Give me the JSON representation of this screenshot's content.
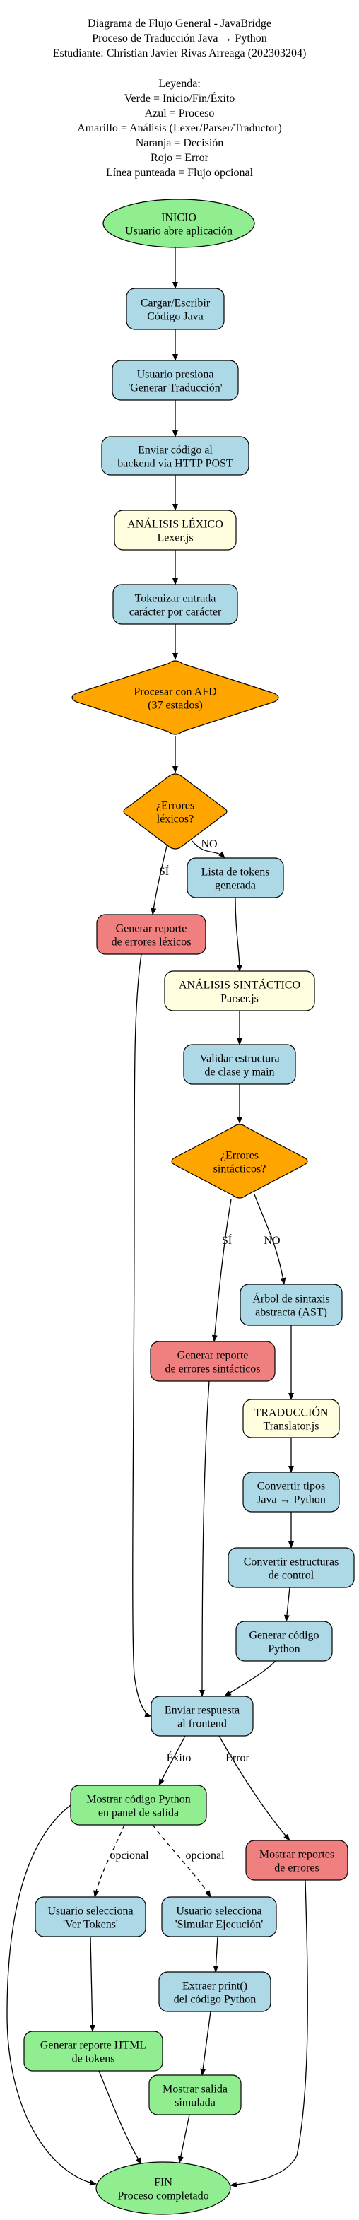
{
  "title_lines": [
    "Diagrama de Flujo General - JavaBridge",
    "Proceso de Traducción Java → Python",
    "Estudiante: Christian Javier Rivas Arreaga (202303204)"
  ],
  "legend_lines": [
    "Leyenda:",
    "Verde = Inicio/Fin/Éxito",
    "Azul = Proceso",
    "Amarillo = Análisis (Lexer/Parser/Traductor)",
    "Naranja = Decisión",
    "Rojo = Error",
    "Línea punteada = Flujo opcional"
  ],
  "colors": {
    "green": "#90ee90",
    "blue": "#add8e6",
    "yellow": "#ffffe0",
    "orange": "#ffa500",
    "red": "#f08080",
    "line": "#000000"
  },
  "nodes": [
    {
      "id": "inicio",
      "shape": "ellipse",
      "color": "green",
      "lines": [
        "INICIO",
        "Usuario abre aplicación"
      ]
    },
    {
      "id": "cargar",
      "shape": "rect",
      "color": "blue",
      "lines": [
        "Cargar/Escribir",
        "Código Java"
      ]
    },
    {
      "id": "presiona",
      "shape": "rect",
      "color": "blue",
      "lines": [
        "Usuario presiona",
        "'Generar Traducción'"
      ]
    },
    {
      "id": "enviar_backend",
      "shape": "rect",
      "color": "blue",
      "lines": [
        "Enviar código al",
        "backend vía HTTP POST"
      ]
    },
    {
      "id": "lexico",
      "shape": "rect",
      "color": "yellow",
      "lines": [
        "ANÁLISIS LÉXICO",
        "Lexer.js"
      ]
    },
    {
      "id": "tokenizar",
      "shape": "rect",
      "color": "blue",
      "lines": [
        "Tokenizar entrada",
        "carácter por carácter"
      ]
    },
    {
      "id": "afd",
      "shape": "diamond",
      "color": "orange",
      "lines": [
        "Procesar con AFD",
        "(37 estados)"
      ]
    },
    {
      "id": "err_lex",
      "shape": "diamond",
      "color": "orange",
      "lines": [
        "¿Errores",
        "léxicos?"
      ]
    },
    {
      "id": "tokens",
      "shape": "rect",
      "color": "blue",
      "lines": [
        "Lista de tokens",
        "generada"
      ]
    },
    {
      "id": "rep_lex",
      "shape": "rect",
      "color": "red",
      "lines": [
        "Generar reporte",
        "de errores léxicos"
      ]
    },
    {
      "id": "sintactico",
      "shape": "rect",
      "color": "yellow",
      "lines": [
        "ANÁLISIS SINTÁCTICO",
        "Parser.js"
      ]
    },
    {
      "id": "validar",
      "shape": "rect",
      "color": "blue",
      "lines": [
        "Validar estructura",
        "de clase y main"
      ]
    },
    {
      "id": "err_sin",
      "shape": "diamond",
      "color": "orange",
      "lines": [
        "¿Errores",
        "sintácticos?"
      ]
    },
    {
      "id": "ast",
      "shape": "rect",
      "color": "blue",
      "lines": [
        "Árbol de sintaxis",
        "abstracta (AST)"
      ]
    },
    {
      "id": "rep_sin",
      "shape": "rect",
      "color": "red",
      "lines": [
        "Generar reporte",
        "de errores sintácticos"
      ]
    },
    {
      "id": "traduccion",
      "shape": "rect",
      "color": "yellow",
      "lines": [
        "TRADUCCIÓN",
        "Translator.js"
      ]
    },
    {
      "id": "tipos",
      "shape": "rect",
      "color": "blue",
      "lines": [
        "Convertir tipos",
        "Java → Python"
      ]
    },
    {
      "id": "estructuras",
      "shape": "rect",
      "color": "blue",
      "lines": [
        "Convertir estructuras",
        "de control"
      ]
    },
    {
      "id": "gen_python",
      "shape": "rect",
      "color": "blue",
      "lines": [
        "Generar código",
        "Python"
      ]
    },
    {
      "id": "respuesta",
      "shape": "rect",
      "color": "blue",
      "lines": [
        "Enviar respuesta",
        "al frontend"
      ]
    },
    {
      "id": "mostrar_py",
      "shape": "rect",
      "color": "green",
      "lines": [
        "Mostrar código Python",
        "en panel de salida"
      ]
    },
    {
      "id": "mostrar_err",
      "shape": "rect",
      "color": "red",
      "lines": [
        "Mostrar reportes",
        "de errores"
      ]
    },
    {
      "id": "ver_tokens",
      "shape": "rect",
      "color": "blue",
      "lines": [
        "Usuario selecciona",
        "'Ver Tokens'"
      ]
    },
    {
      "id": "simular",
      "shape": "rect",
      "color": "blue",
      "lines": [
        "Usuario selecciona",
        "'Simular Ejecución'"
      ]
    },
    {
      "id": "extraer",
      "shape": "rect",
      "color": "blue",
      "lines": [
        "Extraer print()",
        "del código Python"
      ]
    },
    {
      "id": "reporte_html",
      "shape": "rect",
      "color": "green",
      "lines": [
        "Generar reporte HTML",
        "de tokens"
      ]
    },
    {
      "id": "salida_sim",
      "shape": "rect",
      "color": "green",
      "lines": [
        "Mostrar salida",
        "simulada"
      ]
    },
    {
      "id": "fin",
      "shape": "ellipse",
      "color": "green",
      "lines": [
        "FIN",
        "Proceso completado"
      ]
    }
  ],
  "edges": [
    {
      "from": "inicio",
      "to": "cargar",
      "label": "",
      "style": "solid"
    },
    {
      "from": "cargar",
      "to": "presiona",
      "label": "",
      "style": "solid"
    },
    {
      "from": "presiona",
      "to": "enviar_backend",
      "label": "",
      "style": "solid"
    },
    {
      "from": "enviar_backend",
      "to": "lexico",
      "label": "",
      "style": "solid"
    },
    {
      "from": "lexico",
      "to": "tokenizar",
      "label": "",
      "style": "solid"
    },
    {
      "from": "tokenizar",
      "to": "afd",
      "label": "",
      "style": "solid"
    },
    {
      "from": "afd",
      "to": "err_lex",
      "label": "",
      "style": "solid"
    },
    {
      "from": "err_lex",
      "to": "rep_lex",
      "label": "SÍ",
      "style": "solid"
    },
    {
      "from": "err_lex",
      "to": "tokens",
      "label": "NO",
      "style": "solid"
    },
    {
      "from": "tokens",
      "to": "sintactico",
      "label": "",
      "style": "solid"
    },
    {
      "from": "sintactico",
      "to": "validar",
      "label": "",
      "style": "solid"
    },
    {
      "from": "validar",
      "to": "err_sin",
      "label": "",
      "style": "solid"
    },
    {
      "from": "err_sin",
      "to": "rep_sin",
      "label": "SÍ",
      "style": "solid"
    },
    {
      "from": "err_sin",
      "to": "ast",
      "label": "NO",
      "style": "solid"
    },
    {
      "from": "ast",
      "to": "traduccion",
      "label": "",
      "style": "solid"
    },
    {
      "from": "traduccion",
      "to": "tipos",
      "label": "",
      "style": "solid"
    },
    {
      "from": "tipos",
      "to": "estructuras",
      "label": "",
      "style": "solid"
    },
    {
      "from": "estructuras",
      "to": "gen_python",
      "label": "",
      "style": "solid"
    },
    {
      "from": "gen_python",
      "to": "respuesta",
      "label": "",
      "style": "solid"
    },
    {
      "from": "rep_lex",
      "to": "respuesta",
      "label": "",
      "style": "solid"
    },
    {
      "from": "rep_sin",
      "to": "respuesta",
      "label": "",
      "style": "solid"
    },
    {
      "from": "respuesta",
      "to": "mostrar_py",
      "label": "Éxito",
      "style": "solid"
    },
    {
      "from": "respuesta",
      "to": "mostrar_err",
      "label": "Error",
      "style": "solid"
    },
    {
      "from": "mostrar_py",
      "to": "ver_tokens",
      "label": "opcional",
      "style": "dashed"
    },
    {
      "from": "mostrar_py",
      "to": "simular",
      "label": "opcional",
      "style": "dashed"
    },
    {
      "from": "simular",
      "to": "extraer",
      "label": "",
      "style": "solid"
    },
    {
      "from": "ver_tokens",
      "to": "reporte_html",
      "label": "",
      "style": "solid"
    },
    {
      "from": "extraer",
      "to": "salida_sim",
      "label": "",
      "style": "solid"
    },
    {
      "from": "mostrar_py",
      "to": "fin",
      "label": "",
      "style": "solid"
    },
    {
      "from": "reporte_html",
      "to": "fin",
      "label": "",
      "style": "solid"
    },
    {
      "from": "salida_sim",
      "to": "fin",
      "label": "",
      "style": "solid"
    },
    {
      "from": "mostrar_err",
      "to": "fin",
      "label": "",
      "style": "solid"
    }
  ]
}
